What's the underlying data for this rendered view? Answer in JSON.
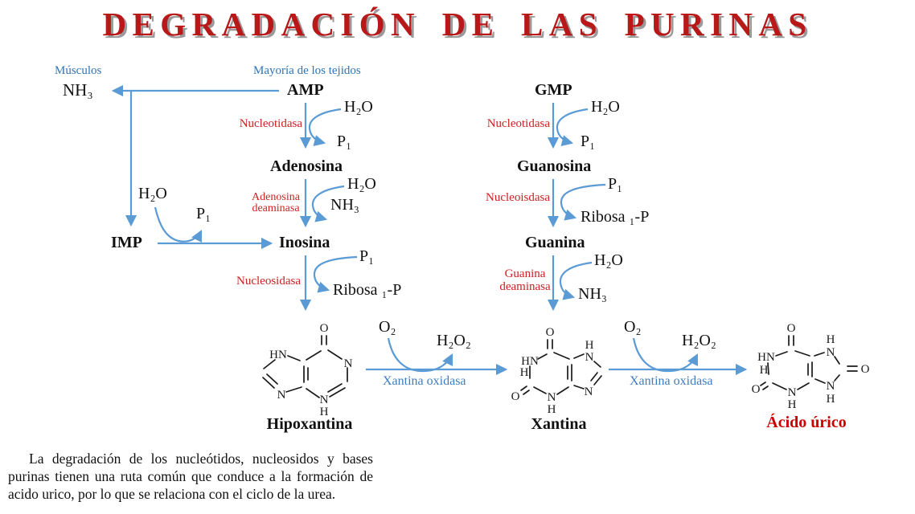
{
  "title": "DEGRADACIÓN DE LAS PURINAS",
  "colors": {
    "title_red": "#b81818",
    "enzyme_red": "#cc2222",
    "acid_red": "#cc0000",
    "arrow_blue": "#5b9bd5",
    "context_blue": "#2e75b6",
    "oxidasa_blue": "#3d7ebf"
  },
  "context": {
    "musculos": "Músculos",
    "mayoria": "Mayoría de los tejidos"
  },
  "metabolites": {
    "nh3_left": "NH₃",
    "amp": "AMP",
    "adenosina": "Adenosina",
    "inosina": "Inosina",
    "imp": "IMP",
    "gmp": "GMP",
    "guanosina": "Guanosina",
    "guanina": "Guanina",
    "hipoxantina": "Hipoxantina",
    "xantina": "Xantina",
    "acido_urico": "Ácido úrico"
  },
  "reactions": {
    "amp_r1": {
      "enzyme": "Nucleotidasa",
      "substrate": "H₂O",
      "product": "P₁"
    },
    "amp_r2": {
      "enzyme_line1": "Adenosina",
      "enzyme_line2": "deaminasa",
      "substrate": "H₂O",
      "product": "NH₃"
    },
    "amp_r3": {
      "enzyme": "Nucleosidasa",
      "substrate": "P₁",
      "product": "Ribosa ₁-P"
    },
    "imp_r": {
      "substrate": "H₂O",
      "product": "P₁"
    },
    "gmp_r1": {
      "enzyme": "Nucleotidasa",
      "substrate": "H₂O",
      "product": "P₁"
    },
    "gmp_r2": {
      "enzyme": "Nucleoisdasa",
      "substrate": "P₁",
      "product": "Ribosa ₁-P"
    },
    "gmp_r3": {
      "enzyme_line1": "Guanina",
      "enzyme_line2": "deaminasa",
      "substrate": "H₂O",
      "product": "NH₃"
    },
    "ox1": {
      "enzyme": "Xantina oxidasa",
      "substrate": "O₂",
      "product": "H₂O₂"
    },
    "ox2": {
      "enzyme": "Xantina oxidasa",
      "substrate": "O₂",
      "product": "H₂O₂"
    }
  },
  "molecules": {
    "hipoxantina": {
      "o_top": "O",
      "hn_left": "HN",
      "n_left": "N",
      "n_right": "N",
      "n_bottom": "N",
      "h_bottom": "H"
    },
    "xantina": {
      "o_top": "O",
      "hn_left": "HN",
      "h_left": "H",
      "o_left": "O",
      "n_bottom": "N",
      "h_bottom": "H",
      "h_top_right": "H",
      "n_top_right": "N",
      "n_bottom_right": "N"
    },
    "acido_urico": {
      "o_top": "O",
      "hn_left": "HN",
      "h_left": "H",
      "o_left": "O",
      "n_bottom": "N",
      "h_bottom": "H",
      "h_top_right": "H",
      "n_top_right": "N",
      "o_right": "O",
      "n_bottom_right": "N",
      "h_bottom_right": "H"
    }
  },
  "footer": {
    "paragraph": "La degradación de los nucleótidos, nucleosidos y bases purinas tienen una ruta común que conduce a la formación de acido urico, por lo que se relaciona con el ciclo de la urea."
  }
}
